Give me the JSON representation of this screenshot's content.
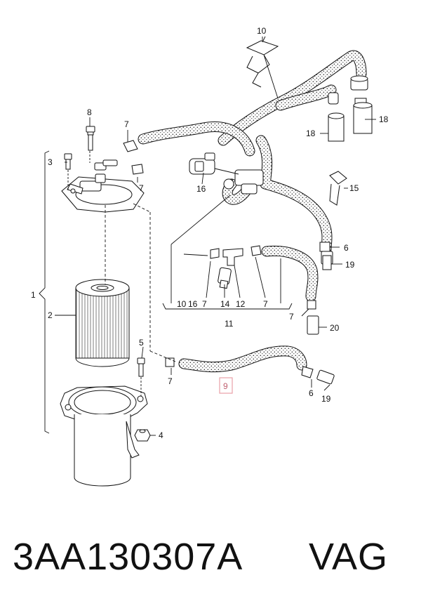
{
  "callouts": {
    "c1": "1",
    "c2": "2",
    "c3": "3",
    "c4": "4",
    "c5": "5",
    "c6a": "6",
    "c6b": "6",
    "c7a": "7",
    "c7b": "7",
    "c7c": "7",
    "c7d": "7",
    "c7e": "7",
    "c8": "8",
    "c9": "9",
    "c10": "10",
    "c11": "11",
    "c15": "15",
    "c16": "16",
    "c18a": "18",
    "c18b": "18",
    "c19a": "19",
    "c19b": "19",
    "c20": "20"
  },
  "breakdown_row": [
    "10",
    "16",
    "7",
    "14",
    "12",
    "7"
  ],
  "highlight_color": "#e8a0a8",
  "part_number": "3AA130307A",
  "brand": "VAG"
}
